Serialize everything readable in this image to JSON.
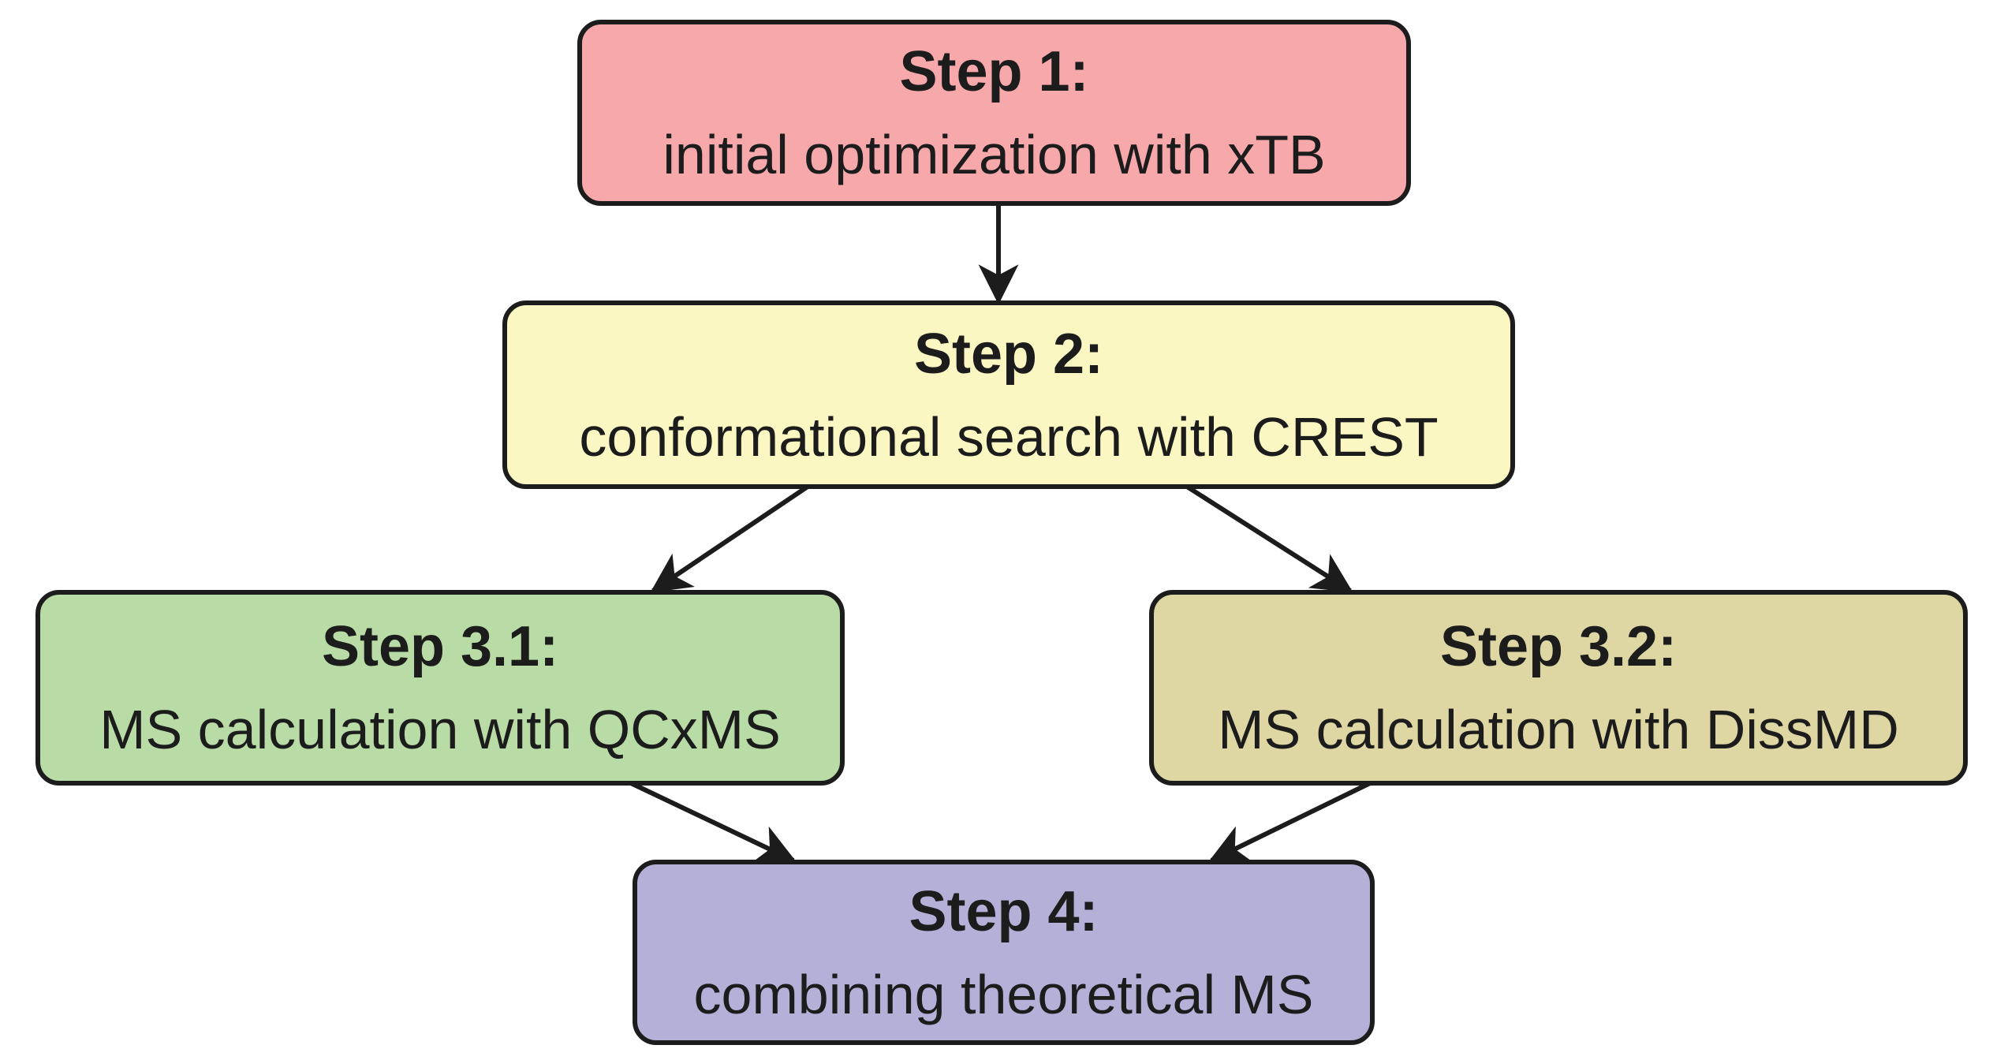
{
  "diagram": {
    "background_color": "#ffffff",
    "line_color": "#1c1c1c",
    "steps": [
      {
        "id": "step-1",
        "title": "Step 1:",
        "subtitle": "initial optimization with xTB",
        "fill": "#F6A8AB"
      },
      {
        "id": "step-2",
        "title": "Step 2:",
        "subtitle": "conformational search with CREST",
        "fill": "#FBF7C3"
      },
      {
        "id": "step-3-1",
        "title": "Step 3.1:",
        "subtitle": "MS calculation with QCxMS",
        "fill": "#B9DCA6"
      },
      {
        "id": "step-3-2",
        "title": "Step 3.2:",
        "subtitle": "MS calculation with DissMD",
        "fill": "#DED6A3"
      },
      {
        "id": "step-4",
        "title": "Step 4:",
        "subtitle": "combining theoretical MS",
        "fill": "#B4B0D8"
      }
    ],
    "edges": [
      {
        "from": "step-1",
        "to": "step-2"
      },
      {
        "from": "step-2",
        "to": "step-3-1"
      },
      {
        "from": "step-2",
        "to": "step-3-2"
      },
      {
        "from": "step-3-1",
        "to": "step-4"
      },
      {
        "from": "step-3-2",
        "to": "step-4"
      }
    ]
  }
}
